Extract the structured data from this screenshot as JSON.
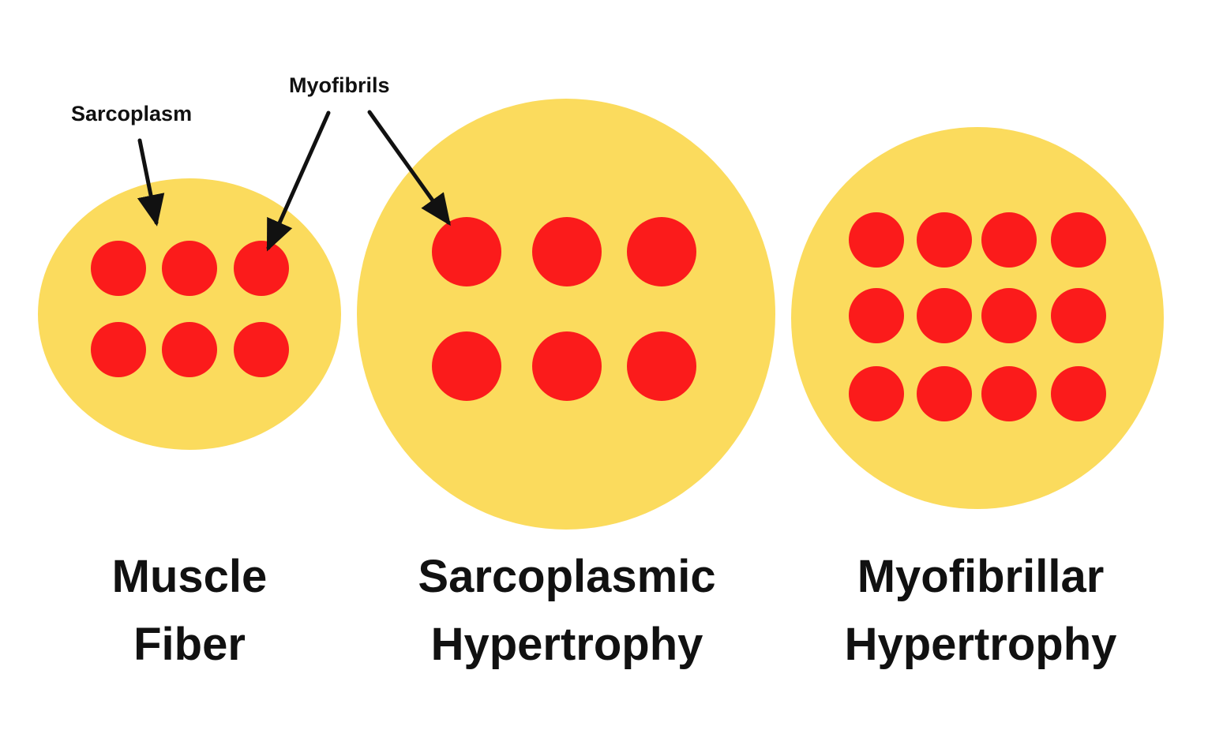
{
  "colors": {
    "sarcoplasm": "#FBDB5D",
    "myofibril": "#FB1B1B",
    "arrow": "#111111",
    "background": "#ffffff"
  },
  "annotations": {
    "sarcoplasm": "Sarcoplasm",
    "myofibrils": "Myofibrils"
  },
  "panels": [
    {
      "line1": "Muscle",
      "line2": "Fiber",
      "myofibril_rows": 2,
      "myofibril_cols": 3
    },
    {
      "line1": "Sarcoplasmic",
      "line2": "Hypertrophy",
      "myofibril_rows": 2,
      "myofibril_cols": 3
    },
    {
      "line1": "Myofibrillar",
      "line2": "Hypertrophy",
      "myofibril_rows": 3,
      "myofibril_cols": 4
    }
  ]
}
